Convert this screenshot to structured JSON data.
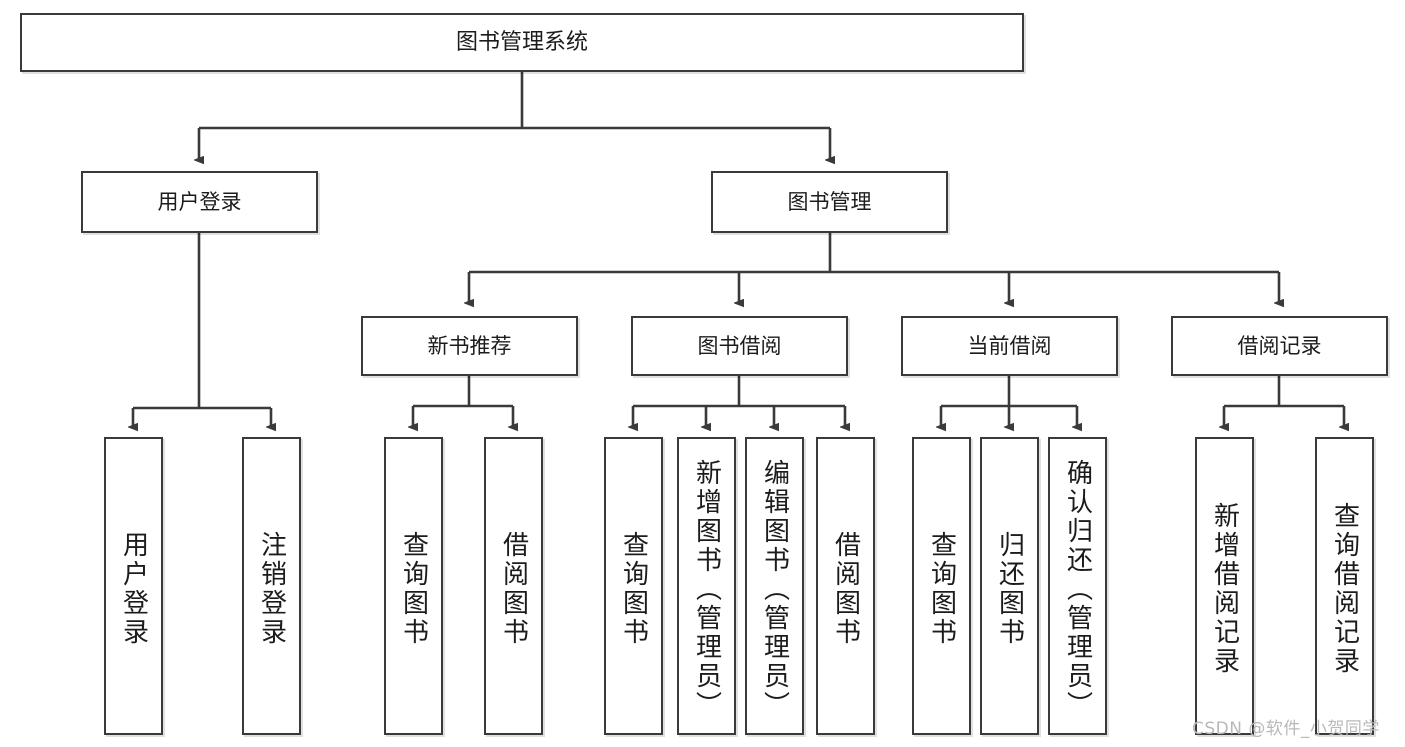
{
  "diagram": {
    "type": "tree-hierarchy-chart",
    "title": "图书管理系统",
    "colors": {
      "node_border": "#3a3a3a",
      "node_fill": "#ffffff",
      "connector": "#3a3a3a",
      "text": "#1c1c1c",
      "watermark": "#b9b9b9"
    },
    "nodes": {
      "root": {
        "label": "图书管理系统"
      },
      "level2": [
        {
          "label": "用户登录"
        },
        {
          "label": "图书管理"
        }
      ],
      "level3": [
        {
          "label": "新书推荐"
        },
        {
          "label": "图书借阅"
        },
        {
          "label": "当前借阅"
        },
        {
          "label": "借阅记录"
        }
      ],
      "leaves": [
        {
          "label": "用户登录",
          "parent": "用户登录"
        },
        {
          "label": "注销登录",
          "parent": "用户登录"
        },
        {
          "label": "查询图书",
          "parent": "新书推荐"
        },
        {
          "label": "借阅图书",
          "parent": "新书推荐"
        },
        {
          "label": "查询图书",
          "parent": "图书借阅"
        },
        {
          "label": "新增图书（管理员）",
          "parent": "图书借阅"
        },
        {
          "label": "编辑图书（管理员）",
          "parent": "图书借阅"
        },
        {
          "label": "借阅图书",
          "parent": "图书借阅"
        },
        {
          "label": "查询图书",
          "parent": "当前借阅"
        },
        {
          "label": "归还图书",
          "parent": "当前借阅"
        },
        {
          "label": "确认归还（管理员）",
          "parent": "当前借阅"
        },
        {
          "label": "新增借阅记录",
          "parent": "借阅记录"
        },
        {
          "label": "查询借阅记录",
          "parent": "借阅记录"
        }
      ]
    },
    "watermark": "CSDN @软件_小贺同学"
  }
}
